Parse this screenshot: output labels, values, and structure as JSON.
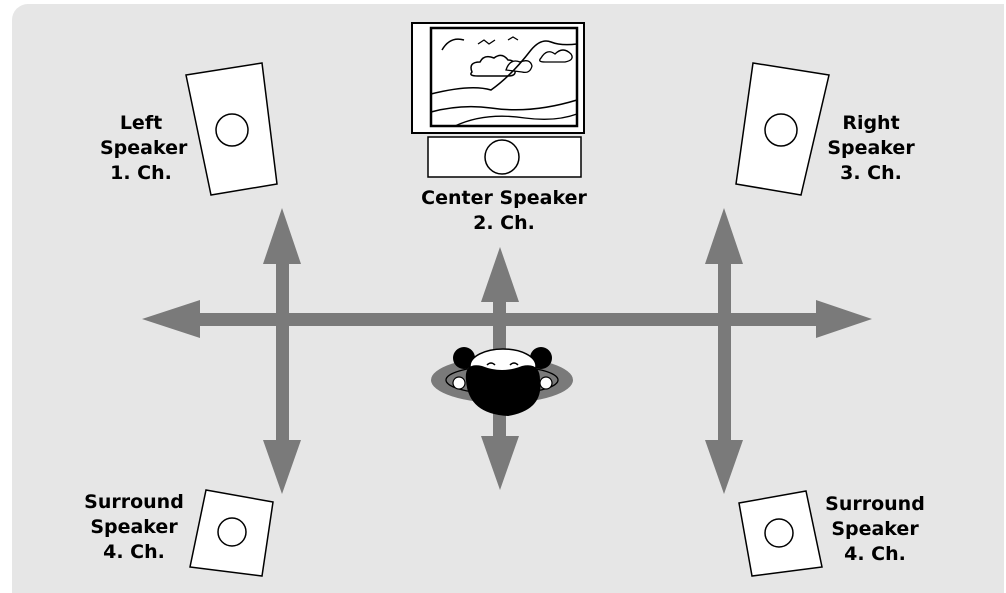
{
  "speakers": {
    "left": {
      "line1": "Left",
      "line2": "Speaker",
      "line3": "1. Ch."
    },
    "center": {
      "line1": "Center Speaker",
      "line2": "2. Ch."
    },
    "right": {
      "line1": "Right",
      "line2": "Speaker",
      "line3": "3. Ch."
    },
    "surround_left": {
      "line1": "Surround",
      "line2": "Speaker",
      "line3": "4. Ch."
    },
    "surround_right": {
      "line1": "Surround",
      "line2": "Speaker",
      "line3": "4. Ch."
    }
  },
  "colors": {
    "background": "#e6e6e6",
    "arrow": "#7a7a7a",
    "outline": "#000000",
    "speaker_fill": "#ffffff",
    "listener_ring": "#7a7a7a",
    "listener_head": "#000000"
  },
  "icons": [
    "tv-icon",
    "speaker-icon",
    "listener-icon",
    "arrow-icon"
  ]
}
